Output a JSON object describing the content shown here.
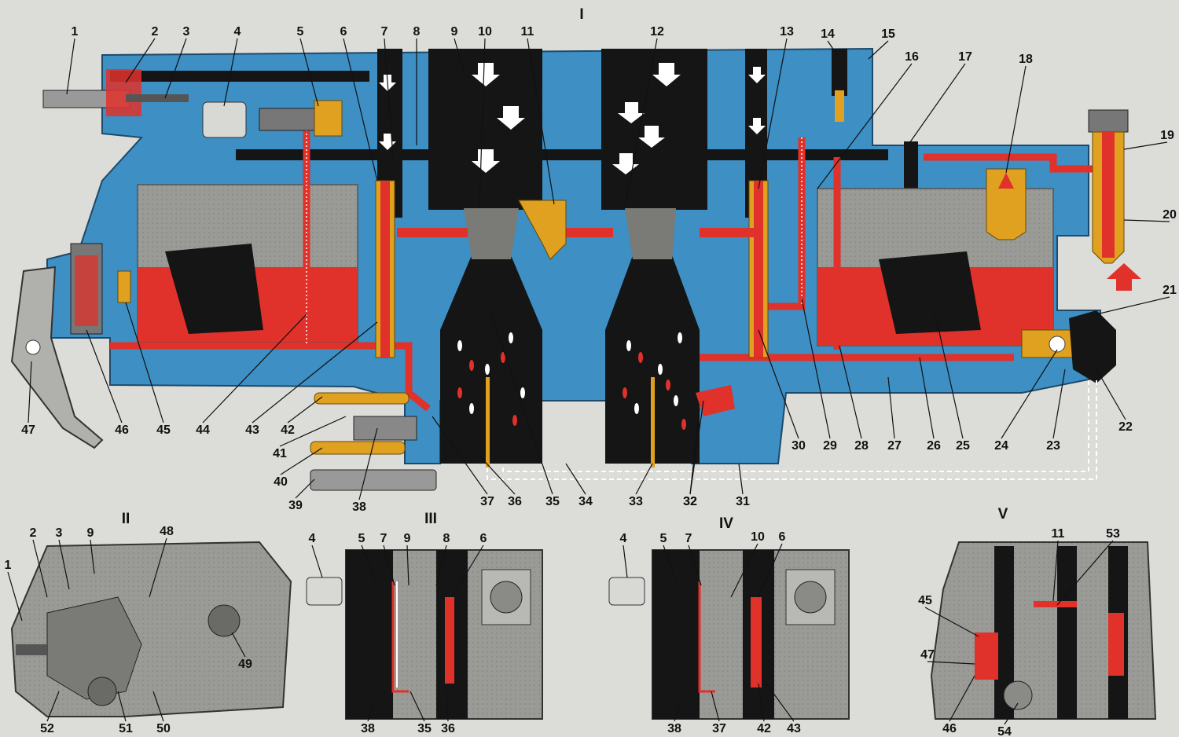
{
  "diagram": {
    "main_view_label": "I",
    "inset_labels": [
      "II",
      "III",
      "IV",
      "V"
    ],
    "main_callouts": [
      "1",
      "2",
      "3",
      "4",
      "5",
      "6",
      "7",
      "8",
      "9",
      "10",
      "11",
      "12",
      "13",
      "14",
      "15",
      "16",
      "17",
      "18",
      "19",
      "20",
      "21",
      "22",
      "23",
      "24",
      "25",
      "26",
      "27",
      "28",
      "29",
      "30",
      "31",
      "32",
      "32",
      "33",
      "34",
      "35",
      "36",
      "37",
      "38",
      "39",
      "40",
      "41",
      "42",
      "43",
      "44",
      "45",
      "46",
      "47"
    ],
    "inset_II_callouts": [
      "1",
      "2",
      "3",
      "9",
      "48",
      "49",
      "50",
      "51",
      "52"
    ],
    "inset_III_callouts": [
      "4",
      "5",
      "7",
      "9",
      "8",
      "6",
      "38",
      "35",
      "36"
    ],
    "inset_IV_callouts": [
      "4",
      "5",
      "7",
      "10",
      "6",
      "38",
      "37",
      "42",
      "43"
    ],
    "inset_V_callouts": [
      "11",
      "53",
      "45",
      "47",
      "46",
      "54"
    ]
  },
  "colors": {
    "body_blue": "#3d8fc4",
    "fuel_red": "#e0312a",
    "air_black": "#151515",
    "brass": "#e0a020",
    "casting_gray": "#8a8a86",
    "background": "#dcdcd8"
  },
  "icons": [
    "air-flow-arrow-icon",
    "fuel-inlet-arrow-icon"
  ]
}
